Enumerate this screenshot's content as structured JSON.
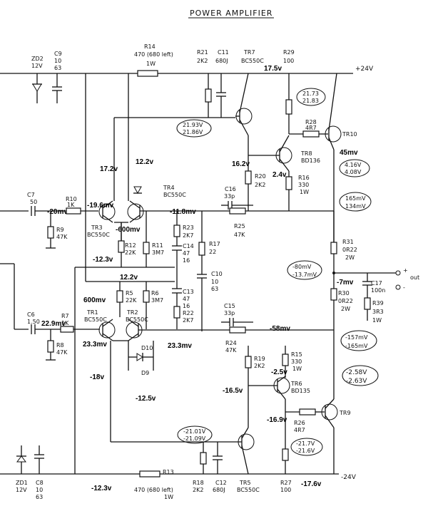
{
  "title": "POWER AMPLIFIER",
  "rails": {
    "pos": "+24V",
    "neg": "-24V"
  },
  "output": {
    "plus": "+",
    "label": "out",
    "minus": "-"
  },
  "components": {
    "zd2": "ZD2",
    "zd2_v": "12V",
    "c9": "C9",
    "c9_val": "10",
    "c9_v": "63",
    "r14": "R14",
    "r14_val": "470 (680 left)",
    "r14_p": "1W",
    "r21": "R21",
    "r21_val": "2K2",
    "c11": "C11",
    "c11_val": "680J",
    "tr7": "TR7",
    "tr7_type": "BC550C",
    "r29": "R29",
    "r29_val": "100",
    "r28": "R28",
    "r28_val": "4R7",
    "tr10": "TR10",
    "tr8": "TR8",
    "tr8_type": "BD136",
    "r20": "R20",
    "r20_val": "2K2",
    "r16": "R16",
    "r16_val": "330",
    "r16_p": "1W",
    "tr4": "TR4",
    "tr4_type": "BC550C",
    "c7": "C7",
    "c7_val": "50",
    "r10": "R10",
    "r10_val": "1K",
    "r9": "R9",
    "r9_val": "47K",
    "tr3": "TR3",
    "tr3_type": "BC550C",
    "r12": "R12",
    "r12_val": "22K",
    "r11": "R11",
    "r11_val": "3M7",
    "r23": "R23",
    "r23_val": "2K7",
    "c14": "C14",
    "c14_val": "47",
    "c14_v": "16",
    "r17": "R17",
    "r17_val": "22",
    "c10": "C10",
    "c10_val": "10",
    "c10_v": "63",
    "c16": "C16",
    "c16_val": "33p",
    "r25": "R25",
    "r25_val": "47K",
    "r31": "R31",
    "r31_val": "0R22",
    "r31_p": "2W",
    "r30": "R30",
    "r30_val": "0R22",
    "r30_p": "2W",
    "c17": "C17",
    "c17_val": "100n",
    "r39": "R39",
    "r39_val": "3R3",
    "r39_p": "1W",
    "c6": "C6",
    "c6_val": "1.50",
    "r7": "R7",
    "r7_val": "1K",
    "r8": "R8",
    "r8_val": "47K",
    "tr1": "TR1",
    "tr1_type": "BC550C",
    "tr2": "TR2",
    "tr2_type": "BC550C",
    "r5": "R5",
    "r5_val": "22K",
    "r6": "R6",
    "r6_val": "3M7",
    "c13": "C13",
    "c13_val": "47",
    "c13_v": "16",
    "r22": "R22",
    "r22_val": "2K7",
    "c15": "C15",
    "c15_val": "33p",
    "r24": "R24",
    "r24_val": "47K",
    "d10": "D10",
    "d9": "D9",
    "r19": "R19",
    "r19_val": "2K2",
    "r15": "R15",
    "r15_val": "330",
    "r15_p": "1W",
    "tr6": "TR6",
    "tr6_type": "BD135",
    "r26": "R26",
    "r26_val": "4R7",
    "tr9": "TR9",
    "zd1": "ZD1",
    "zd1_v": "12V",
    "c8": "C8",
    "c8_val": "10",
    "c8_v": "63",
    "r13": "R13",
    "r13_val": "470 (680 left)",
    "r13_p": "1W",
    "r18": "R18",
    "r18_val": "2K2",
    "c12": "C12",
    "c12_val": "680J",
    "tr5": "TR5",
    "tr5_type": "BC550C",
    "r27": "R27",
    "r27_val": "100"
  },
  "voltages": {
    "v17_5": "17.5v",
    "v45mv": "45mv",
    "v17_2": "17.2v",
    "v12_2a": "12.2v",
    "v16_2": "16.2v",
    "v2_4": "2.4v",
    "v_20mv": "-20mv",
    "v_19_6": "-19.6mv",
    "v_600": "-600mv",
    "v_11_8": "-11.8mv",
    "v_12_3a": "-12.3v",
    "v12_2b": "12.2v",
    "v_7mv": "-7mv",
    "v600mv": "600mv",
    "v22_9": "22.9mv",
    "v_58": "-58mv",
    "v23_3a": "23.3mv",
    "v23_3b": "23.3mv",
    "v_18": "-18v",
    "v_2_5": "-2.5v",
    "v_12_5": "-12.5v",
    "v_16_5": "-16.5v",
    "v_16_9": "-16.9v",
    "v_12_3b": "-12.3v",
    "v_17_6": "-17.6v"
  },
  "notes": {
    "n1a": "21.73",
    "n1b": "21.83",
    "n2a": "21.93V",
    "n2b": "21.86V",
    "n3a": "4.16V",
    "n3b": "4.08V",
    "n4a": "165mV",
    "n4b": "134mV",
    "n5a": "-80mV",
    "n5b": "-13.7mV",
    "n6a": "-157mV",
    "n6b": "-165mV",
    "n7a": "-2.58V",
    "n7b": "-2.63V",
    "n8a": "-21.01V",
    "n8b": "-21.09V",
    "n9a": "-21.7V",
    "n9b": "-21.6V"
  }
}
